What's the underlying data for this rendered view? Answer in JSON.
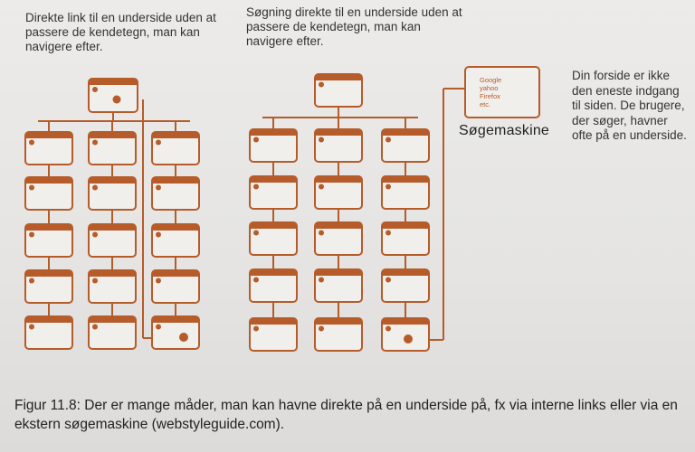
{
  "texts": {
    "left_description": "Direkte link til en underside uden at passere de kendetegn, man kan navigere efter.",
    "middle_description": "Søgning direkte til en underside uden at passere de kendetegn, man kan navigere efter.",
    "right_description": "Din forside er ikke den eneste indgang til siden. De brugere, der søger, havner ofte på en underside.",
    "search_engine_label": "Søgemaskine",
    "caption": "Figur 11.8: Der er mange måder, man kan havne direkte på en underside på, fx via interne links eller via en ekstern søgemaskine (webstyleguide.com)."
  },
  "search_engine_box": {
    "items": [
      "Google",
      "yahoo",
      "Firefox",
      "etc."
    ]
  },
  "colors": {
    "accent": "#b55c2a",
    "box_fill": "#f1efec",
    "text": "#333333"
  }
}
